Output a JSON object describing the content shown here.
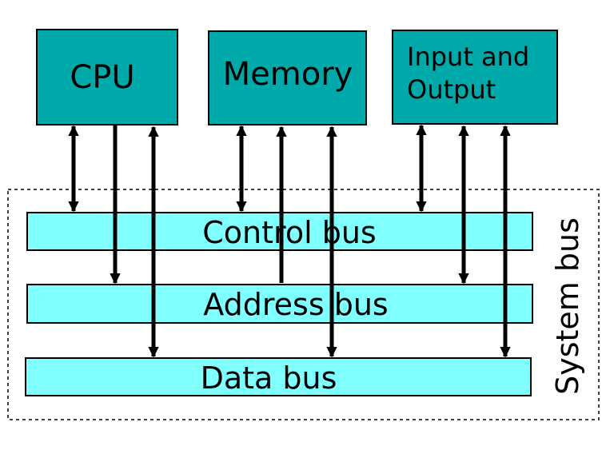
{
  "components": {
    "cpu": {
      "label": "CPU"
    },
    "memory": {
      "label": "Memory"
    },
    "io": {
      "label_line1": "Input and",
      "label_line2": "Output"
    }
  },
  "buses": {
    "control": "Control bus",
    "address": "Address bus",
    "data": "Data bus"
  },
  "system_bus_label": "System bus",
  "colors": {
    "component_fill": "#00a9a9",
    "bus_fill": "#80ffff",
    "stroke": "#000000",
    "background": "#ffffff"
  }
}
